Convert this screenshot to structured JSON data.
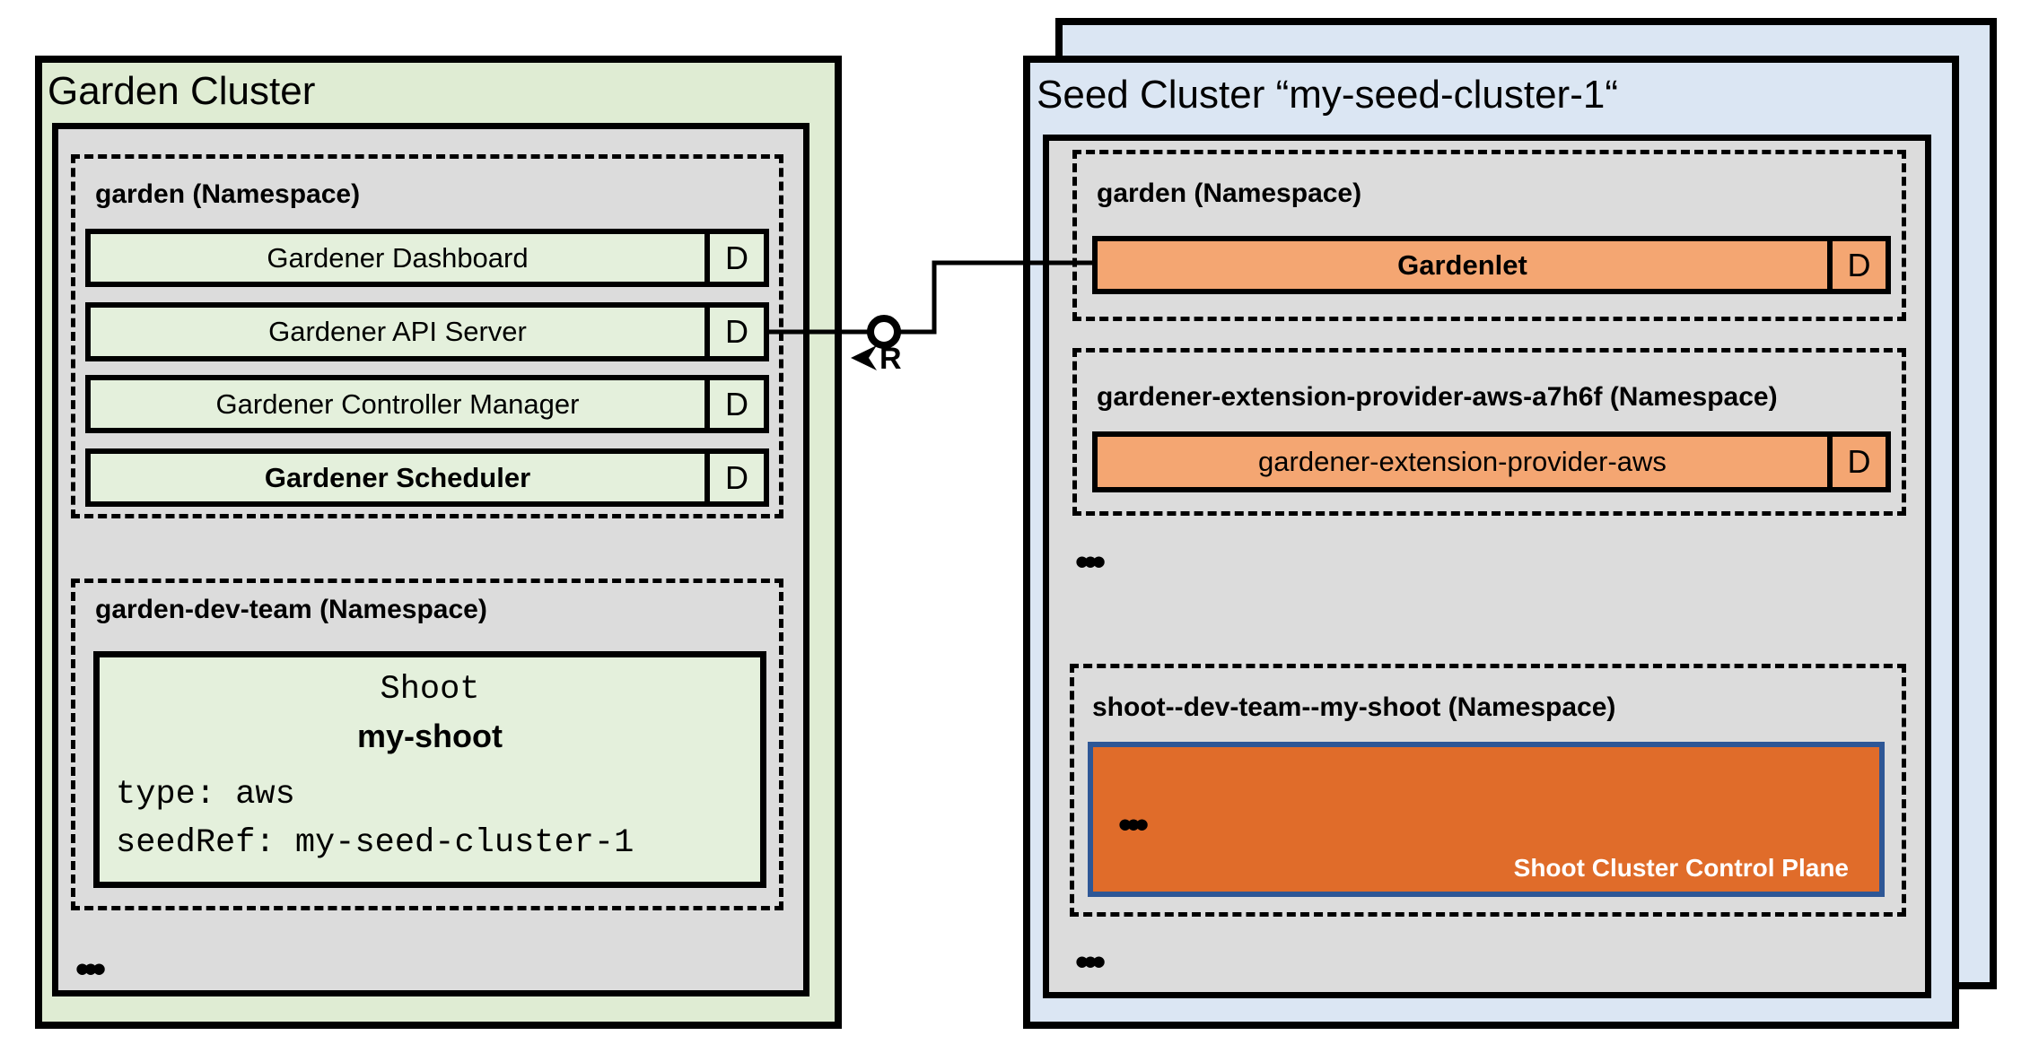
{
  "colors": {
    "green-bg": "#dfecd3",
    "green-row": "#e4f0dc",
    "gray-bg": "#dcdcdc",
    "blue-bg": "#dbe6f3",
    "orange-light": "#f4a672",
    "orange-dark": "#e06c2a",
    "blue-border": "#2e5796",
    "line-black": "#000000"
  },
  "garden_cluster": {
    "title": "Garden Cluster",
    "garden_namespace": {
      "label": "garden (Namespace)",
      "components": [
        {
          "name": "Gardener Dashboard",
          "badge": "D"
        },
        {
          "name": "Gardener API Server",
          "badge": "D"
        },
        {
          "name": "Gardener Controller Manager",
          "badge": "D"
        },
        {
          "name": "Gardener Scheduler",
          "badge": "D"
        }
      ]
    },
    "dev_team_namespace": {
      "label": "garden-dev-team (Namespace)",
      "shoot": {
        "kind": "Shoot",
        "name": "my-shoot",
        "spec_line_1": "type: aws",
        "spec_line_2": "seedRef: my-seed-cluster-1"
      }
    },
    "ellipsis": "•••"
  },
  "seed_cluster": {
    "title": "Seed Cluster “my-seed-cluster-1“",
    "garden_namespace": {
      "label": "garden (Namespace)",
      "component": {
        "name": "Gardenlet",
        "badge": "D"
      }
    },
    "extension_namespace": {
      "label": "gardener-extension-provider-aws-a7h6f (Namespace)",
      "component": {
        "name": "gardener-extension-provider-aws",
        "badge": "D"
      }
    },
    "ellipsis_mid": "•••",
    "shoot_namespace": {
      "label": "shoot--dev-team--my-shoot (Namespace)",
      "control_plane": {
        "ellipsis": "•••",
        "label": "Shoot Cluster Control Plane"
      }
    },
    "ellipsis_bottom": "•••"
  },
  "connector": {
    "label": "R"
  }
}
